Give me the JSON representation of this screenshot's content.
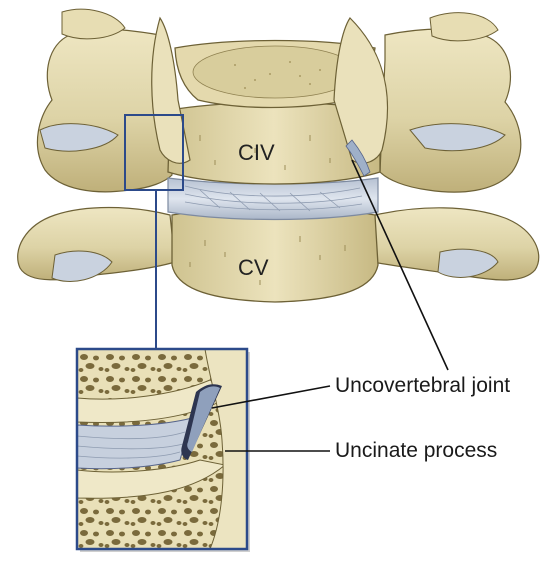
{
  "vertebrae": {
    "upper": "CIV",
    "lower": "CV"
  },
  "labels": {
    "joint": "Uncovertebral joint",
    "process": "Uncinate process"
  },
  "colors": {
    "bone": "#ddd3a6",
    "bone_dark": "#b9ab72",
    "bone_outline": "#6d6136",
    "disc": "#c9d2df",
    "disc_line": "#8e9bb0",
    "inset_border": "#2c4a8a",
    "leader_line": "#111111"
  },
  "icons": {
    "inset": "trabecular-bone-zoom-icon"
  }
}
